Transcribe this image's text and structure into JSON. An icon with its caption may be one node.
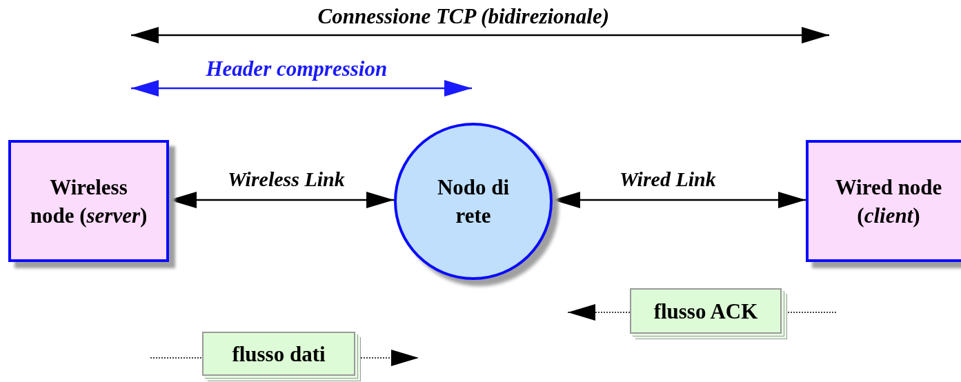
{
  "diagram": {
    "nodes": [
      {
        "text": [
          "Wireless node (*server*)"
        ]
      },
      {
        "text": [
          "Nodo di rete"
        ]
      },
      {
        "text": [
          "Wired node (*client*)"
        ]
      },
      {
        "text": [
          "flusso dati"
        ]
      },
      {
        "text": [
          "flusso ACK"
        ]
      }
    ],
    "edges": [
      {
        "from": 0,
        "to": 1,
        "arrow": "both",
        "label": "Wireless Link"
      },
      {
        "from": 1,
        "to": 2,
        "arrow": "both",
        "label": "Wired Link"
      },
      {
        "from": null,
        "to": 3,
        "arrow": "none",
        "style": "dashed"
      },
      {
        "from": 3,
        "to": null,
        "arrow": "to",
        "style": "dashed"
      },
      {
        "from": null,
        "to": 4,
        "arrow": "none",
        "style": "dashed"
      },
      {
        "from": 4,
        "to": null,
        "arrow": "to",
        "style": "dashed"
      }
    ],
    "labels": [
      "Connessione TCP (bidirezionale)",
      "Header compression"
    ]
  }
}
